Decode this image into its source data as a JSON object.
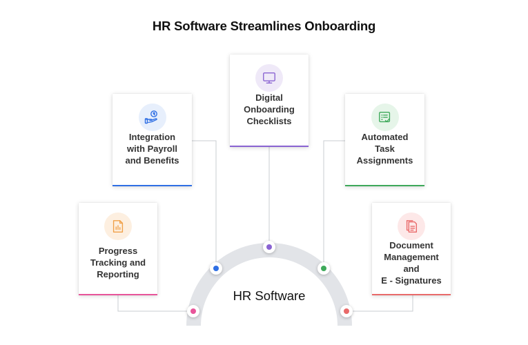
{
  "title": "HR Software Streamlines Onboarding",
  "hub": {
    "label": "HR Software"
  },
  "cards": [
    {
      "id": "integration",
      "icon": "hand-coin-icon",
      "color": "#2f6fe4",
      "bg": "#e7effc",
      "lines": [
        "Integration",
        "with Payroll",
        "and Benefits"
      ]
    },
    {
      "id": "digital",
      "icon": "monitor-icon",
      "color": "#8a63d2",
      "bg": "#efe9f8",
      "lines": [
        "Digital",
        "Onboarding",
        "Checklists"
      ]
    },
    {
      "id": "automated",
      "icon": "task-list-icon",
      "color": "#3ea95a",
      "bg": "#e6f5e9",
      "lines": [
        "Automated",
        "Task",
        "Assignments"
      ]
    },
    {
      "id": "progress",
      "icon": "bar-chart-icon",
      "color": "#f0a048",
      "bg": "#fdefe0",
      "lines": [
        "Progress",
        "Tracking and",
        "Reporting"
      ]
    },
    {
      "id": "document",
      "icon": "document-icon",
      "color": "#e96a6a",
      "bg": "#fde8e8",
      "lines": [
        "Document",
        "Management",
        "and",
        "E - Signatures"
      ]
    }
  ]
}
